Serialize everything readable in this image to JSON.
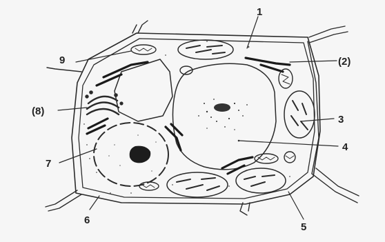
{
  "labels": {
    "l1": "1",
    "l2": "(2)",
    "l3": "3",
    "l4": "4",
    "l5": "5",
    "l6": "6",
    "l7": "7",
    "l8": "(8)",
    "l9": "9"
  }
}
